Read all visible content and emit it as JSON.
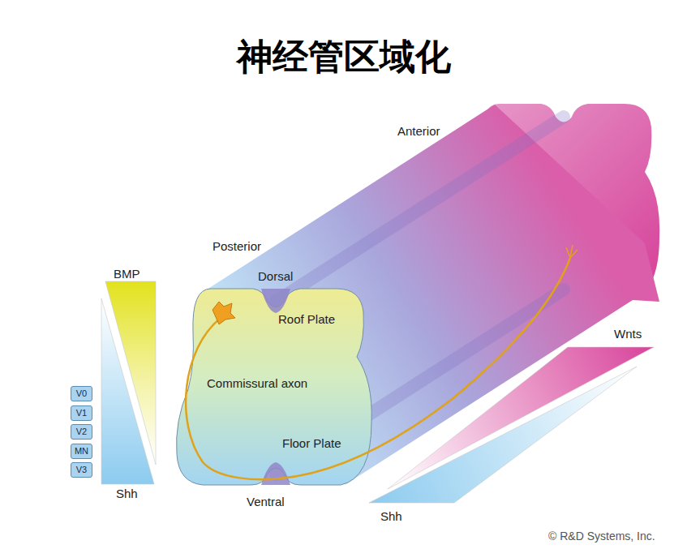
{
  "diagram": {
    "title": "神经管区域化",
    "nodes": [
      {
        "text": [
          "Roof Plate",
          "Commissural axon",
          "Floor Plate"
        ]
      },
      {
        "text": [
          "V0"
        ]
      },
      {
        "text": [
          "V1"
        ]
      },
      {
        "text": [
          "V2"
        ]
      },
      {
        "text": [
          "MN"
        ]
      },
      {
        "text": [
          "V3"
        ]
      }
    ],
    "labels": [
      "Anterior",
      "Posterior",
      "Dorsal",
      "BMP",
      "Shh",
      "Ventral",
      "Wnts",
      "Shh",
      "© R&D Systems, Inc."
    ]
  }
}
